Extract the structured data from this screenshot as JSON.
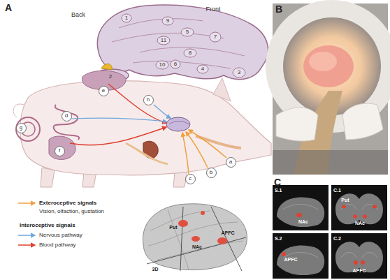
{
  "diagram": {
    "nodes": [
      {
        "text": [
          "a"
        ]
      },
      {
        "text": [
          "b"
        ]
      },
      {
        "text": [
          "c"
        ]
      },
      {
        "text": [
          "d"
        ]
      },
      {
        "text": [
          "e"
        ]
      },
      {
        "text": [
          "f"
        ]
      },
      {
        "text": [
          "g"
        ]
      },
      {
        "text": [
          "h"
        ]
      }
    ],
    "labels": [
      "A",
      "Back",
      "Front",
      "1",
      "9",
      "5",
      "7",
      "11",
      "8",
      "6",
      "10",
      "4",
      "3",
      "2",
      "Vision, olfaction, gustation",
      "Interoceptive signals",
      "Put",
      "NAc",
      "APFC",
      "3D",
      "B",
      "C",
      "S.1",
      "C.1",
      "S.2",
      "C.2",
      "NAc",
      "Put",
      "NAc",
      "APFC",
      "APFC"
    ],
    "legend": [
      {
        "text": "Exteroceptive signals"
      },
      {
        "text": "Nervous pathway"
      },
      {
        "text": "Blood pathway"
      }
    ]
  }
}
